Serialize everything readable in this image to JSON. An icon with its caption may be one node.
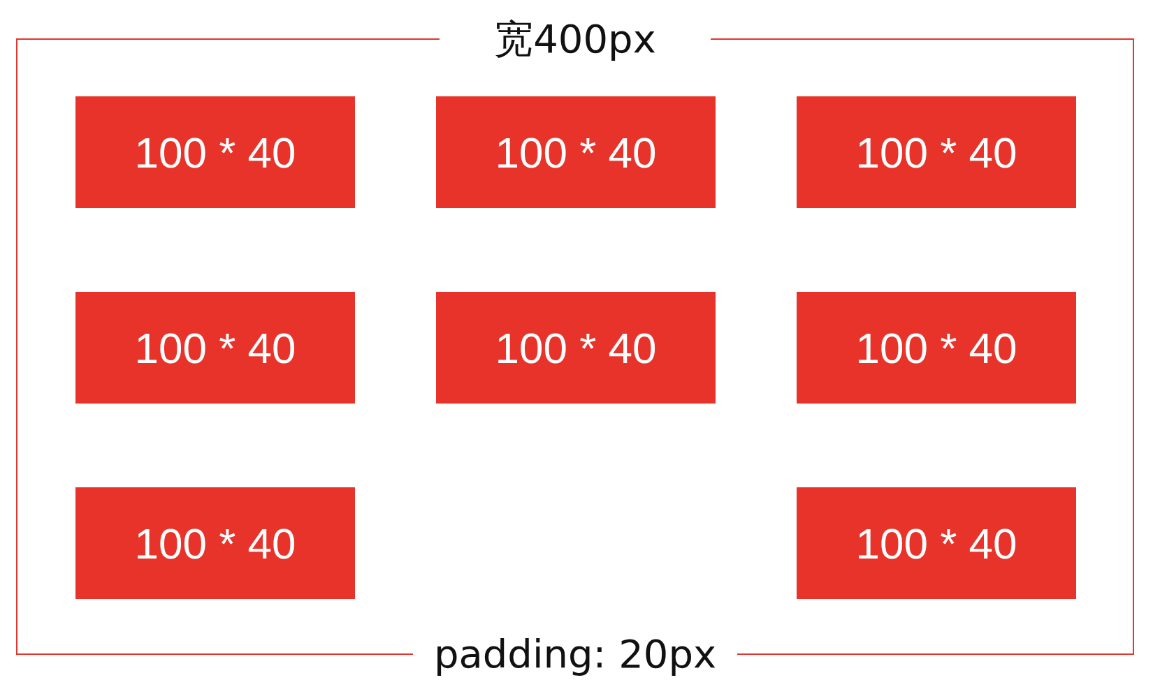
{
  "diagram": {
    "nodes": [
      {
        "text": [
          "宽400px",
          "padding: 20px"
        ]
      },
      {
        "text": [
          "100 * 40"
        ],
        "in": 0
      },
      {
        "text": [
          "100 * 40"
        ],
        "in": 0
      },
      {
        "text": [
          "100 * 40"
        ],
        "in": 0
      },
      {
        "text": [
          "100 * 40"
        ],
        "in": 0
      },
      {
        "text": [
          "100 * 40"
        ],
        "in": 0
      },
      {
        "text": [
          "100 * 40"
        ],
        "in": 0
      },
      {
        "text": [
          "100 * 40"
        ],
        "in": 0
      },
      {
        "text": [
          "100 * 40"
        ],
        "in": 0
      }
    ]
  }
}
